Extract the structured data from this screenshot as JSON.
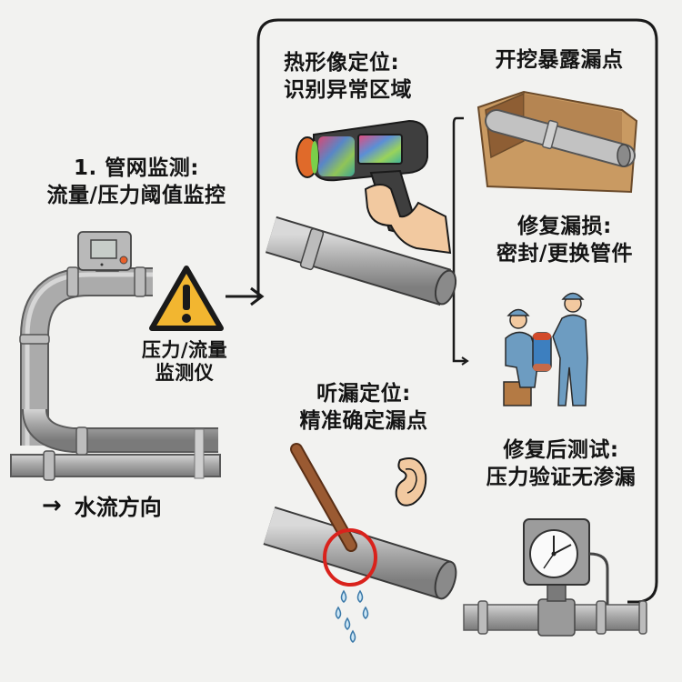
{
  "diagram": {
    "type": "pipe-leak-detection-workflow",
    "background": "#f2f2f0",
    "colors": {
      "pipe": "#a9a9a9",
      "pipe_dark": "#6f6f6f",
      "warning": "#f2b630",
      "leak_circle": "#d9221c",
      "soil": "#c99a62",
      "worker": "#6d9cc1",
      "water": "#8fc5e6",
      "skin": "#f2c9a0"
    }
  },
  "step1": {
    "title_line1": "1. 管网监测:",
    "title_line2": "流量/压力阈值监控",
    "device_caption_line1": "压力/流量",
    "device_caption_line2": "监测仪",
    "flow_arrow": "→",
    "flow_label": "水流方向",
    "warning_icon": "warning-triangle-icon"
  },
  "step_thermal": {
    "title_line1": "热形像定位:",
    "title_line2": "识别异常区域"
  },
  "step_excavate": {
    "title": "开挖暴露漏点"
  },
  "step_listen": {
    "title_line1": "听漏定位:",
    "title_line2": "精准确定漏点"
  },
  "step_repair": {
    "title_line1": "修复漏损:",
    "title_line2": "密封/更换管件"
  },
  "step_test": {
    "title_line1": "修复后测试:",
    "title_line2": "压力验证无渗漏"
  }
}
